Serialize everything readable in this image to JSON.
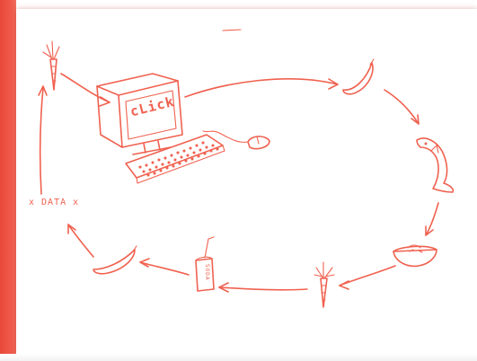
{
  "sketch": {
    "ink_color": "#f0614f",
    "screen_word": "cLick",
    "data_label": "x DATA x",
    "can_label": "SODA"
  }
}
